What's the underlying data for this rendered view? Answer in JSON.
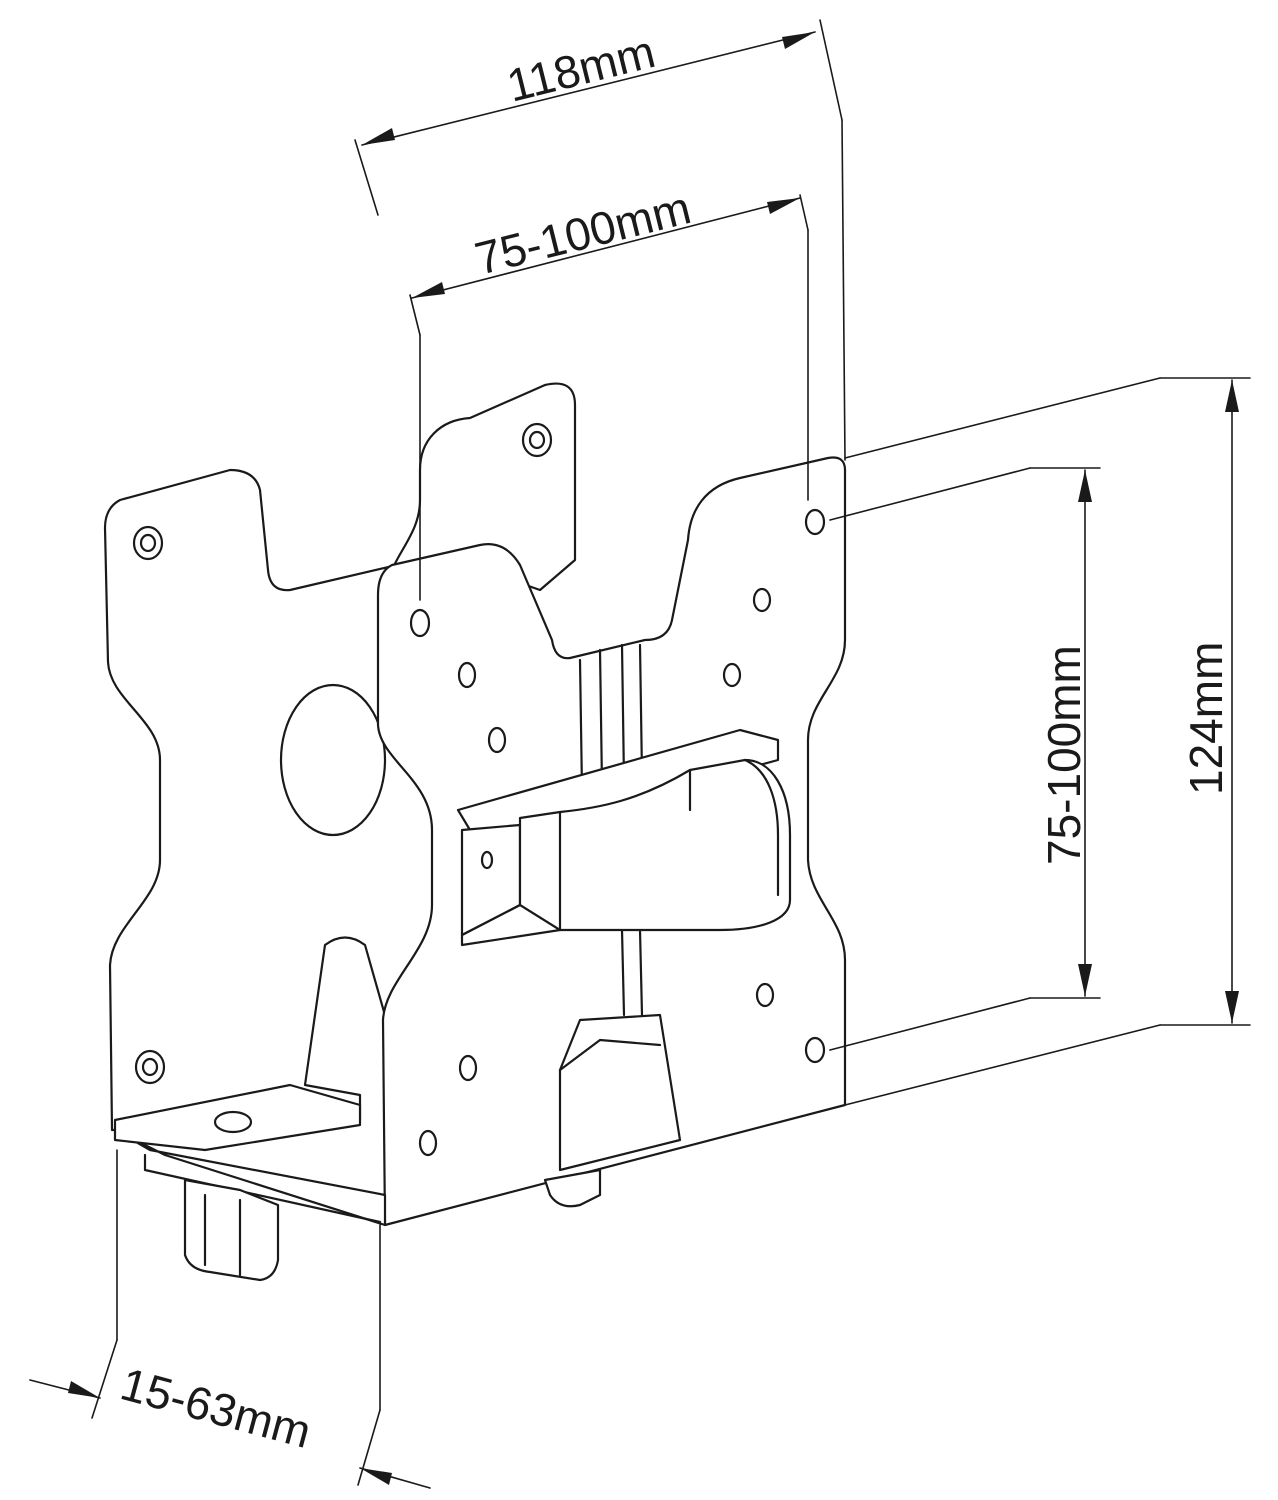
{
  "dimensions": {
    "top_width": "118mm",
    "top_hole_spacing": "75-100mm",
    "side_hole_spacing": "75-100mm",
    "height": "124mm",
    "clamp_range": "15-63mm"
  },
  "colors": {
    "line": "#1a1a1a",
    "background": "#ffffff"
  }
}
